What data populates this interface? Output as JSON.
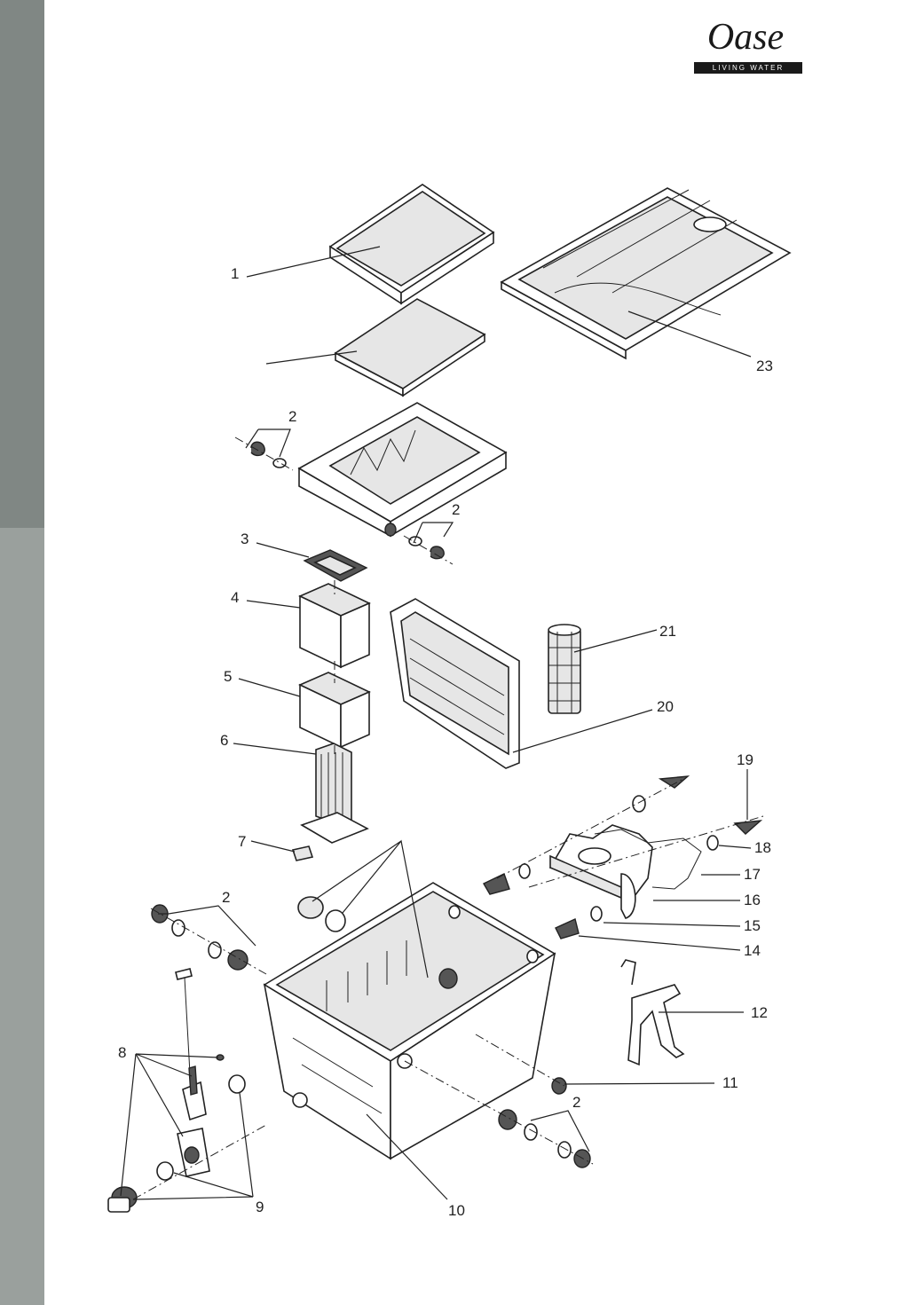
{
  "brand": {
    "name": "Oase",
    "tagline": "LIVING WATER"
  },
  "callouts": [
    "1",
    "2",
    "2",
    "3",
    "4",
    "5",
    "6",
    "7",
    "2",
    "8",
    "9",
    "10",
    "2",
    "11",
    "12",
    "14",
    "15",
    "16",
    "17",
    "18",
    "19",
    "20",
    "21",
    "23"
  ]
}
